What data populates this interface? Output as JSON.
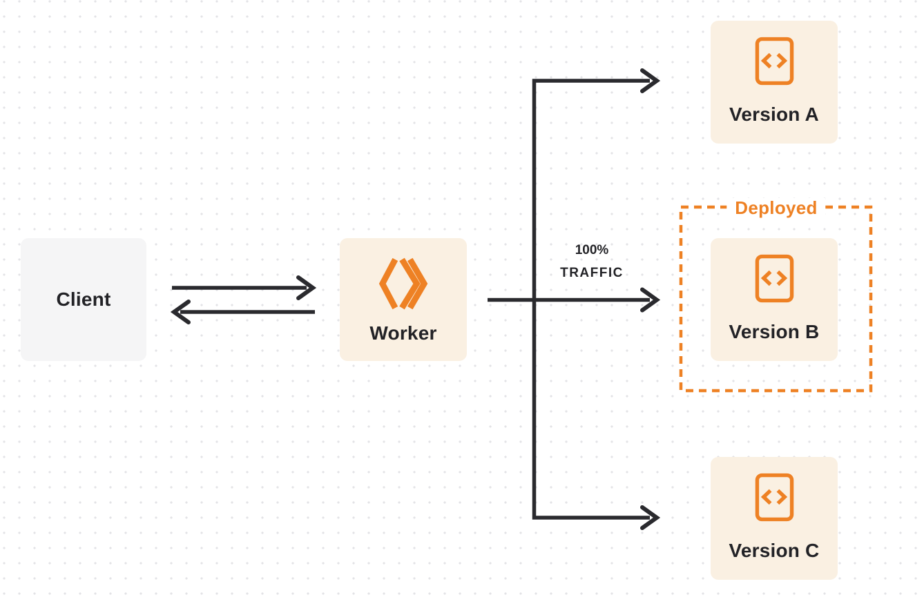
{
  "colors": {
    "accent": "#ee8124",
    "node_bg": "#faf0e2",
    "client_bg": "#f5f5f6",
    "arrow": "#2a2a2e",
    "text_dark": "#222226",
    "dot": "#e3e3e6",
    "page_bg": "#ffffff"
  },
  "nodes": {
    "client": {
      "label": "Client"
    },
    "worker": {
      "label": "Worker",
      "icon": "workers-logo-icon"
    },
    "version_a": {
      "label": "Version A",
      "icon": "code-file-icon"
    },
    "version_b": {
      "label": "Version B",
      "icon": "code-file-icon"
    },
    "version_c": {
      "label": "Version C",
      "icon": "code-file-icon"
    }
  },
  "annotations": {
    "deployed": "Deployed",
    "traffic_line1": "100%",
    "traffic_line2": "TRAFFIC"
  }
}
